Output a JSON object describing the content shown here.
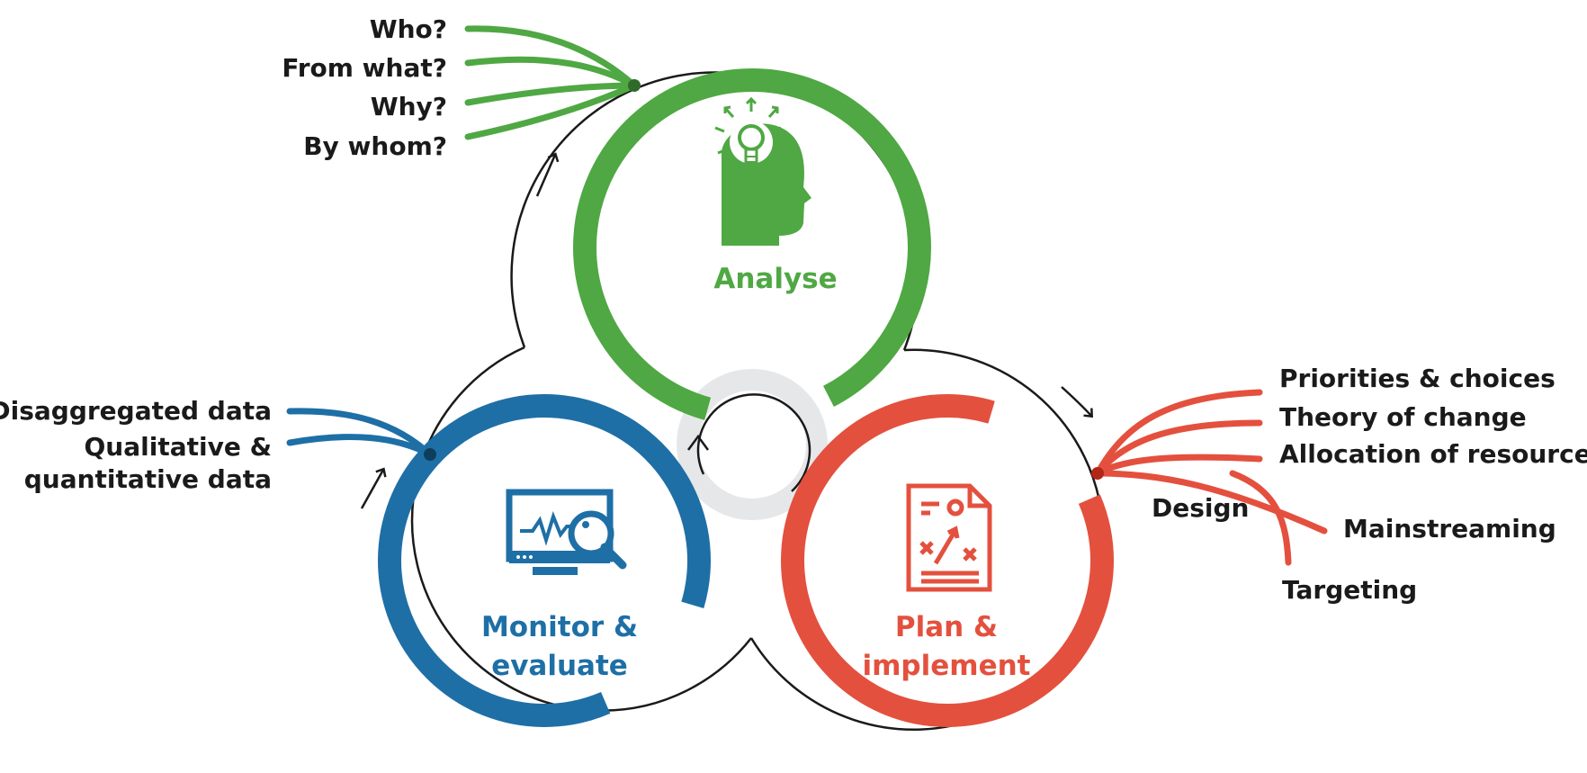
{
  "colors": {
    "analyse": "#4fa843",
    "monitor": "#1e6fa6",
    "plan": "#e4503e",
    "text": "#1a1a1a",
    "hub": "#e6e7e9"
  },
  "analyse": {
    "title": "Analyse",
    "icon": "head-lightbulb-icon",
    "questions": [
      "Who?",
      "From what?",
      "Why?",
      "By whom?"
    ]
  },
  "monitor": {
    "title_line1": "Monitor &",
    "title_line2": "evaluate",
    "icon": "monitor-magnifier-icon",
    "items": [
      "Disaggregated data",
      "Qualitative &",
      "quantitative data"
    ]
  },
  "plan": {
    "title_line1": "Plan &",
    "title_line2": "implement",
    "icon": "strategy-document-icon",
    "items": [
      "Priorities & choices",
      "Theory of change",
      "Allocation of resources",
      "Design",
      "Mainstreaming",
      "Targeting"
    ]
  }
}
